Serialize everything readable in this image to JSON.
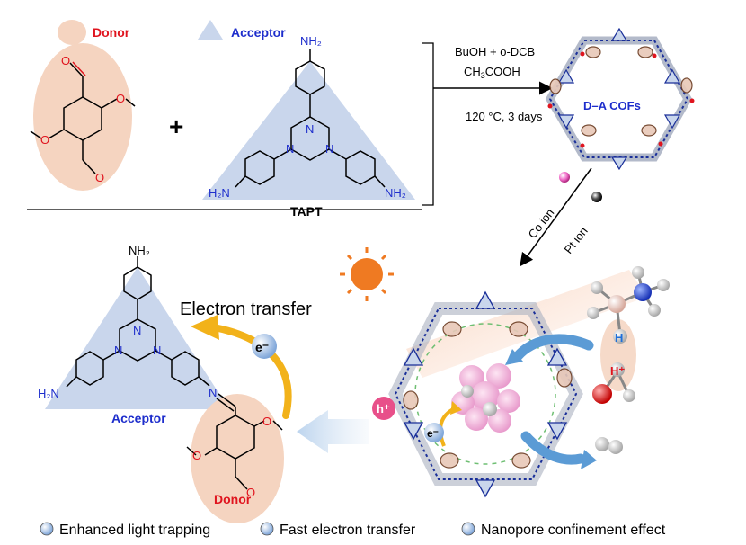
{
  "legend_top": {
    "donor": "Donor",
    "acceptor": "Acceptor"
  },
  "reactants": {
    "plus": "+",
    "tapt": "TAPT"
  },
  "conditions": {
    "solvent": "BuOH + o-DCB",
    "acid_main": "CH",
    "acid_sub": "3",
    "acid_rest": "COOH",
    "temp": "120 °C, 3 days"
  },
  "cof_label": "D–A COFs",
  "metals": {
    "co": "Co ion",
    "pt": "Pt ion"
  },
  "process": {
    "electron_transfer": "Electron transfer",
    "e_minus": "e⁻",
    "h_plus": "h⁺",
    "h_atom": "H",
    "h_ion": "H⁺"
  },
  "product": {
    "acceptor": "Acceptor",
    "donor": "Donor"
  },
  "atoms": {
    "o": "O",
    "n": "N",
    "nh2": "NH₂",
    "h2n": "H₂N"
  },
  "bottom_legend": [
    {
      "label": "Enhanced light trapping"
    },
    {
      "label": "Fast electron transfer"
    },
    {
      "label": "Nanopore confinement effect"
    }
  ],
  "colors": {
    "donor": "#f5d4c0",
    "acceptor": "#c9d6ec",
    "red_text": "#e0141e",
    "blue_text": "#1e2ecc",
    "sun": "#ef7a22",
    "arrow_blue": "#5b9bd5",
    "arrow_yellow": "#f2b21a"
  }
}
